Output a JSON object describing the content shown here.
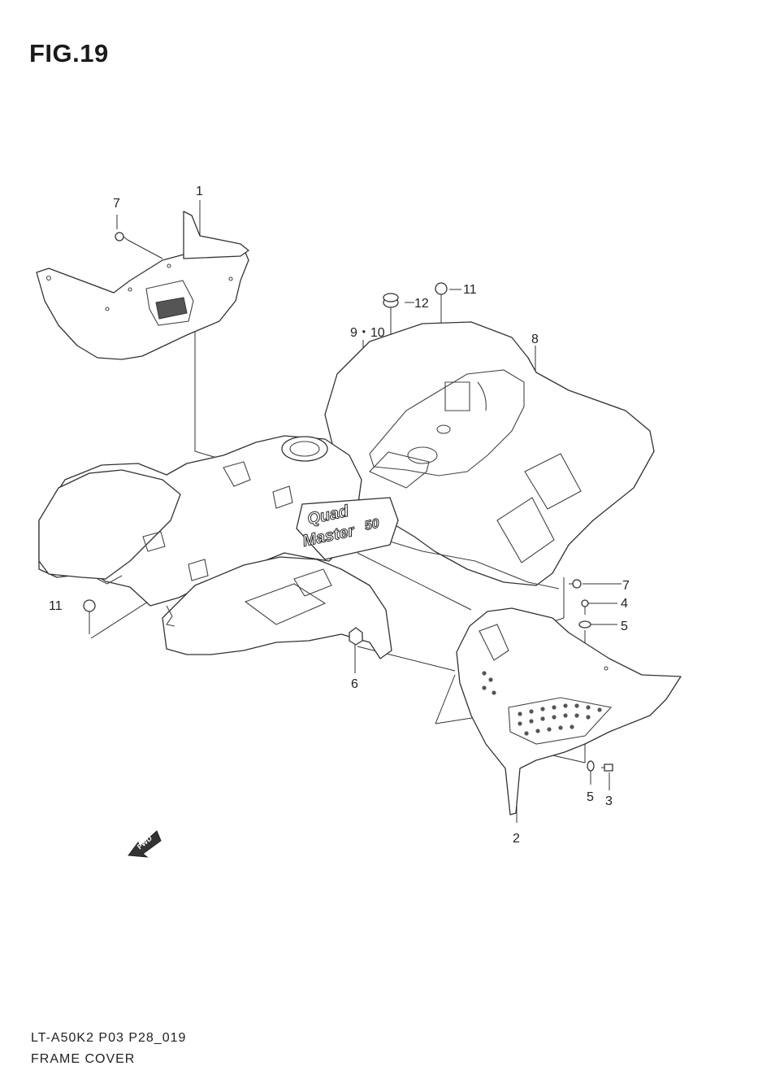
{
  "figure": {
    "title": "FIG.19"
  },
  "footer": {
    "code": "LT-A50K2 P03 P28_019",
    "name": "FRAME COVER"
  },
  "callouts": [
    {
      "id": "c1",
      "label": "1"
    },
    {
      "id": "c2",
      "label": "2"
    },
    {
      "id": "c3",
      "label": "3"
    },
    {
      "id": "c4",
      "label": "4"
    },
    {
      "id": "c5a",
      "label": "5"
    },
    {
      "id": "c5b",
      "label": "5"
    },
    {
      "id": "c6",
      "label": "6"
    },
    {
      "id": "c7a",
      "label": "7"
    },
    {
      "id": "c7b",
      "label": "7"
    },
    {
      "id": "c8",
      "label": "8"
    },
    {
      "id": "c910",
      "label": "9・10"
    },
    {
      "id": "c11a",
      "label": "11"
    },
    {
      "id": "c11b",
      "label": "11"
    },
    {
      "id": "c12",
      "label": "12"
    }
  ],
  "decal": {
    "line1": "Quad",
    "line2": "Master",
    "line3": "50"
  },
  "fwd": {
    "label": "FWD"
  },
  "icons": [
    "fwd-arrow-icon",
    "bolt-icon",
    "nut-icon",
    "washer-icon",
    "grommet-icon"
  ]
}
